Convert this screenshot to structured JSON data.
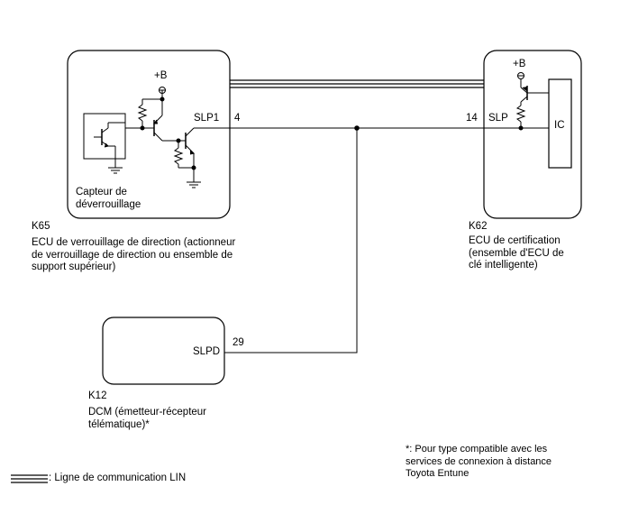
{
  "k65": {
    "connector": "K65",
    "desc": "ECU de verrouillage de direction (actionneur\nde verrouillage de direction ou ensemble de\nsupport supérieur)",
    "sensor_label": "Capteur de\ndéverrouillage",
    "power": "+B",
    "terminal_name": "SLP1",
    "terminal_pin": "4"
  },
  "k62": {
    "connector": "K62",
    "desc": "ECU de certification\n(ensemble d'ECU de\nclé intelligente)",
    "power": "+B",
    "terminal_name": "SLP",
    "terminal_pin": "14",
    "ic_label": "IC"
  },
  "k12": {
    "connector": "K12",
    "desc": "DCM (émetteur-récepteur\ntélématique)*",
    "terminal_name": "SLPD",
    "terminal_pin": "29"
  },
  "footnote": "*: Pour type compatible avec les\nservices de connexion à distance\nToyota Entune",
  "legend": {
    "label": ": Ligne de communication LIN"
  }
}
